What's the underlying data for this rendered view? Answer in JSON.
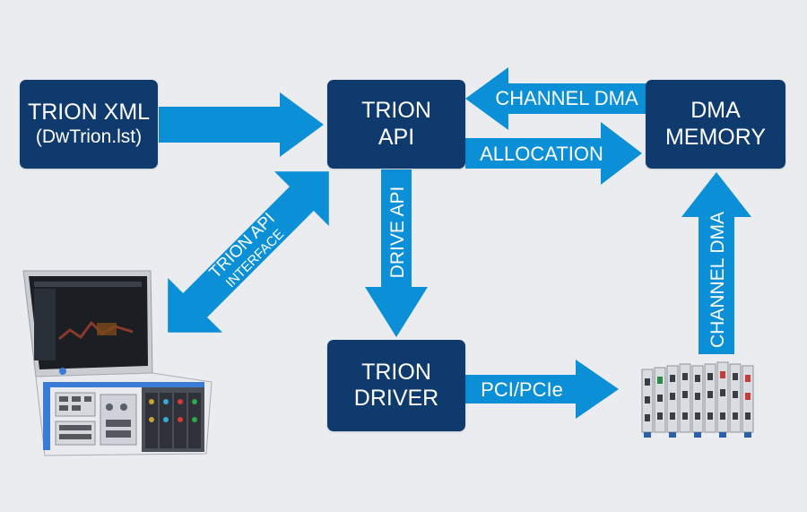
{
  "boxes": {
    "trion_xml": {
      "line1": "TRION XML",
      "line2": "(DwTrion.lst)"
    },
    "trion_api": {
      "line1": "TRION",
      "line2": "API"
    },
    "dma_memory": {
      "line1": "DMA",
      "line2": "MEMORY"
    },
    "trion_driver": {
      "line1": "TRION",
      "line2": "DRIVER"
    }
  },
  "arrows": {
    "channel_dma_top": "CHANNEL DMA",
    "allocation": "ALLOCATION",
    "drive_api": "DRIVE API",
    "trion_api_interface_line1": "TRION API",
    "trion_api_interface_line2": "INTERFACE",
    "pci": "PCI/PCIe",
    "channel_dma_right": "CHANNEL DMA"
  },
  "colors": {
    "box": "#0f3a6e",
    "arrow": "#0b8fd6",
    "background": "#eaecef"
  },
  "icons": [
    "laptop-data-acquisition-device-icon",
    "trion-modules-icon"
  ]
}
